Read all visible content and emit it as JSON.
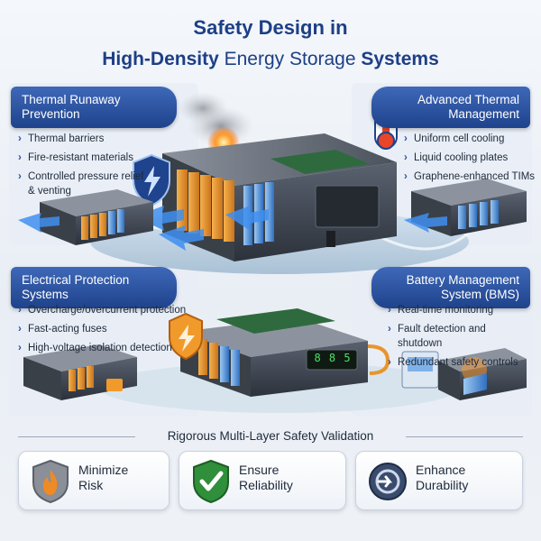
{
  "header": {
    "title_line1": "Safety Design in",
    "title_line2_a": "High-Density",
    "title_line2_b": " Energy Storage ",
    "title_line2_c": "Systems"
  },
  "sections": {
    "thermal_runaway": {
      "title_line1": "Thermal Runaway",
      "title_line2": "Prevention",
      "items": [
        "Thermal barriers",
        "Fire-resistant materials",
        "Controlled pressure relief & venting"
      ]
    },
    "advanced_thermal": {
      "title_line1": "Advanced Thermal",
      "title_line2": "Management",
      "items": [
        "Uniform cell cooling",
        "Liquid cooling plates",
        "Graphene-enhanced TIMs"
      ]
    },
    "electrical_protection": {
      "title_line1": "Electrical Protection",
      "title_line2": "Systems",
      "items": [
        "Overcharge/overcurrent protection",
        "Fast-acting fuses",
        "High-voltage isolation detection"
      ]
    },
    "bms": {
      "title_line1": "Battery Management",
      "title_line2": "System (BMS)",
      "items": [
        "Real-time monitoring",
        "Fault detection and shutdown",
        "Redundant safety controls"
      ]
    }
  },
  "validation": {
    "heading": "Rigorous Multi-Layer Safety Validation",
    "boxes": [
      {
        "line1": "Minimize",
        "line2": "Risk",
        "icon": "flame-shield-icon"
      },
      {
        "line1": "Ensure",
        "line2": "Reliability",
        "icon": "check-shield-icon"
      },
      {
        "line1": "Enhance",
        "line2": "Durability",
        "icon": "gear-arrow-icon"
      }
    ]
  },
  "display": {
    "readout": "8 8 5"
  },
  "colors": {
    "brand_blue": "#1d3f86",
    "pill_blue": "#2f57a6",
    "cell_orange": "#e8952c",
    "cell_blue": "#4a8fd8",
    "display_green": "#4fe06a"
  }
}
